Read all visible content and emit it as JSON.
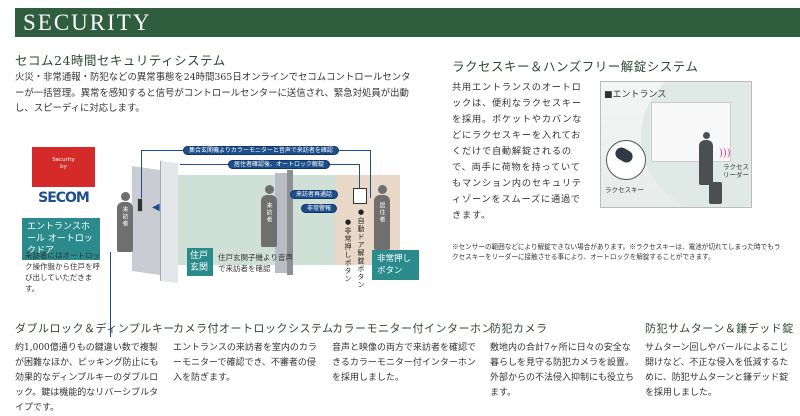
{
  "header": {
    "title": "SECURITY"
  },
  "secom": {
    "title": "セコム24時間セキュリティシステム",
    "body": "火災・非常通報・防犯などの異常事態を24時間365日オンラインでセコムコントロールセンターが一括管理。異常を感知すると信号がコントロールセンターに送信され、緊急対処員が出動し、スピーディに対応します。",
    "diagram": {
      "logo_text": "Security by SECOM",
      "entrance_label": "エントランスホール オートロックドア",
      "entrance_note": "来訪者にはオートロック操作盤から住戸を呼び出していただきます。",
      "arrow_1": "集合玄関機よりカラーモニターと音声で来訪者を確認",
      "arrow_2": "居住者確認後、オートロック解錠",
      "arrow_3": "来訪者再通話",
      "arrow_4": "非常警報",
      "visitor_1": "来訪者",
      "visitor_2": "来訪者",
      "resident": "居住者",
      "unit_door_label": "住戸玄関",
      "unit_door_note": "住戸玄関子機より音声で来訪者を確認",
      "unlock_button": "●自動ドア解錠ボタン",
      "emergency_button_v": "●非常押しボタン",
      "emergency_label": "非常押しボタン"
    }
  },
  "raccess": {
    "title": "ラクセスキー＆ハンズフリー解錠システム",
    "body": "共用エントランスのオートロックは、便利なラクセスキーを採用。ポケットやカバンなどにラクセスキーを入れておくだけで自動解錠されるので、両手に荷物を持っていてもマンション内のセキュリティゾーンをスムーズに通過できます。",
    "image": {
      "caption": "■エントランス",
      "key_label": "ラクセスキー",
      "reader_label": "ラクセスリーダー"
    },
    "note": "※センサーの範囲などにより解錠できない場合があります。※ラクセスキーは、電池が切れてしまった時でもラクセスキーをリーダーに接触させる事により、オートロックを解錠することができます。"
  },
  "features": [
    {
      "title": "ダブルロック＆ディンプルキー",
      "body": "約1,000億通りもの鍵違い数で複製が困難なほか、ピッキング防止にも効果的なディンプルキーのダブルロック。鍵は機能的なリバーシブルタイプです。"
    },
    {
      "title": "カメラ付オートロックシステム",
      "body": "エントランスの来訪者を室内のカラーモニターで確認でき、不審者の侵入を防ぎます。"
    },
    {
      "title": "カラーモニター付インターホン",
      "body": "音声と映像の両方で来訪者を確認できるカラーモニター付インターホンを採用しました。"
    },
    {
      "title": "防犯カメラ",
      "body": "敷地内の合計7ヶ所に日々の安全な暮らしを見守る防犯カメラを設置。外部からの不法侵入抑制にも役立ちます。"
    },
    {
      "title": "防犯サムターン＆鎌デッド錠",
      "body": "サムターン回しやバールによるこじ開けなど、不正な侵入を低減するために、防犯サムターンと鎌デッド錠を採用しました。"
    }
  ],
  "colors": {
    "header": "#2f5e3f",
    "secom_red": "#d42a2a",
    "secom_blue": "#1d4f8c",
    "teal": "#2b8a8c"
  }
}
